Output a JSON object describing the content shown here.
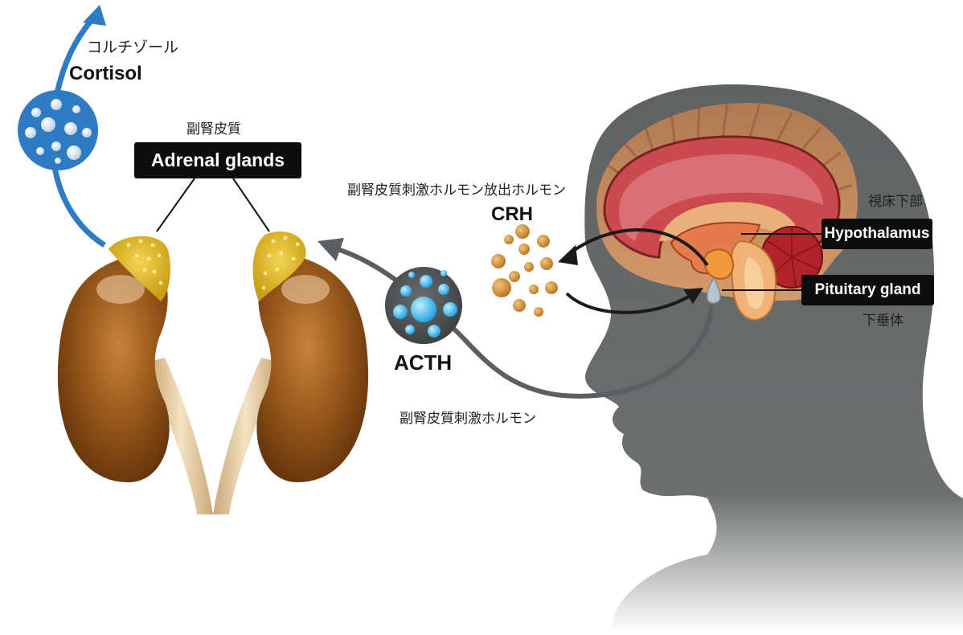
{
  "cortisol": {
    "jp": "コルチゾール",
    "en": "Cortisol"
  },
  "adrenal": {
    "jp": "副腎皮質",
    "en": "Adrenal glands"
  },
  "crh": {
    "jp": "副腎皮質刺激ホルモン放出ホルモン",
    "en": "CRH"
  },
  "acth": {
    "en": "ACTH",
    "jp": "副腎皮質刺激ホルモン"
  },
  "hypothalamus": {
    "jp": "視床下部",
    "en": "Hypothalamus"
  },
  "pituitary": {
    "en": "Pituitary gland",
    "jp": "下垂体"
  },
  "colors": {
    "cortisol_blue": "#2e7bc4",
    "kidney": "#8a4a14",
    "gland_yellow": "#e8c234",
    "head_gray": "#6b6f70",
    "brain_red": "#c8454a",
    "crh_orange": "#d7953f",
    "acth_blue": "#39b4ea"
  }
}
